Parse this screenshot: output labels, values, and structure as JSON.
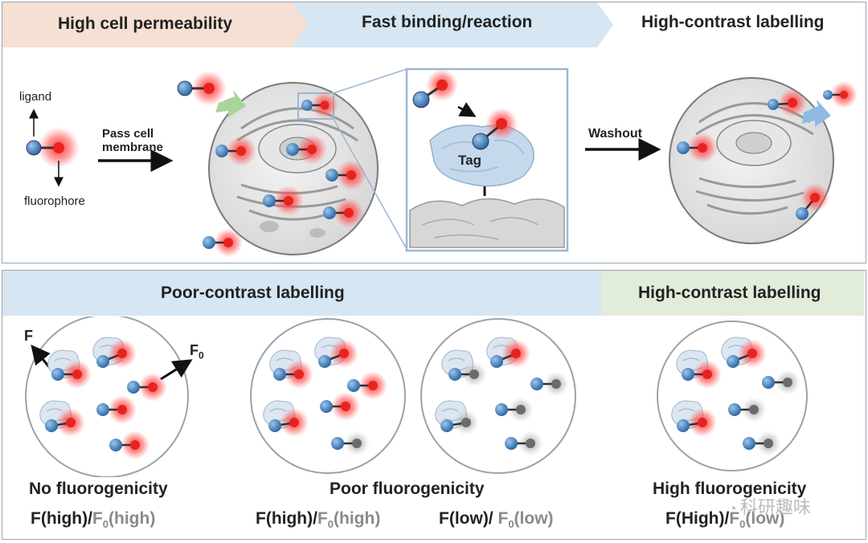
{
  "top": {
    "header1": "High cell permeability",
    "header2": "Fast binding/reaction",
    "header3": "High-contrast labelling",
    "ligand_label": "ligand",
    "fluorophore_label": "fluorophore",
    "pass_line1": "Pass cell",
    "pass_line2": "membrane",
    "tag_label": "Tag",
    "washout_label": "Washout"
  },
  "bottom": {
    "header_left": "Poor-contrast labelling",
    "header_right": "High-contrast labelling",
    "f_label": "F",
    "f0_label": "F",
    "f0_sub": "0",
    "caption1": "No fluorogenicity",
    "caption2": "Poor fluorogenicity",
    "caption3": "High fluorogenicity",
    "ratio1_a": "F(high)/",
    "ratio1_b": "F",
    "ratio1_sub": "0",
    "ratio1_c": "(high)",
    "ratio2_a": "F(high)/",
    "ratio2_b": "F",
    "ratio2_sub": "0",
    "ratio2_c": "(high)",
    "ratio3_a": "F(low)/ ",
    "ratio3_b": "F",
    "ratio3_sub": "0",
    "ratio3_c": "(low)",
    "ratio4_a": "F(High)/",
    "ratio4_b": "F",
    "ratio4_sub": "0",
    "ratio4_c": "(low)"
  },
  "watermark": "科研趣味",
  "colors": {
    "header_pink": "#f6dfd3",
    "header_blue": "#d6e6f2",
    "header_green": "#e1edd9",
    "ligand_blue": "#4a86c0",
    "fluor_red": "#e8231f",
    "fluor_gray": "#6b6b6b",
    "accent_green_arrow": "#a9d49a",
    "accent_blue_arrow": "#8fbbe3"
  }
}
